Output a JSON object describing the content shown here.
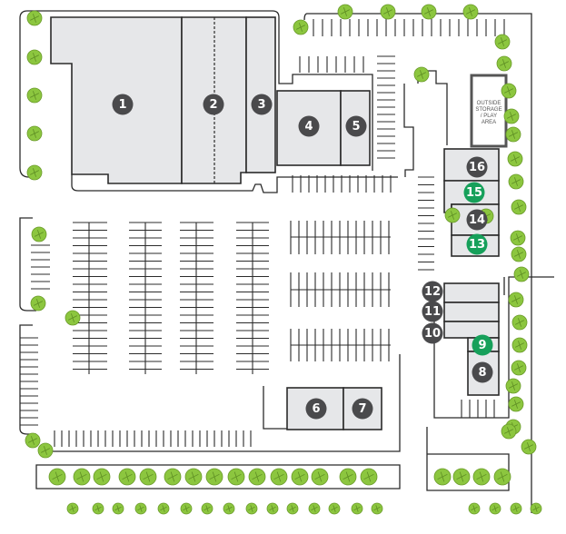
{
  "colors": {
    "leased": "#4a4a4c",
    "available": "#16a05a",
    "tree": "#8cc63f",
    "building": "#e6e7e9"
  },
  "storage_label": [
    "OUTSIDE",
    "STORAGE",
    "/ PLAY",
    "AREA"
  ],
  "units": [
    {
      "id": "1",
      "status": "leased"
    },
    {
      "id": "2",
      "status": "leased"
    },
    {
      "id": "3",
      "status": "leased"
    },
    {
      "id": "4",
      "status": "leased"
    },
    {
      "id": "5",
      "status": "leased"
    },
    {
      "id": "6",
      "status": "leased"
    },
    {
      "id": "7",
      "status": "leased"
    },
    {
      "id": "8",
      "status": "leased"
    },
    {
      "id": "9",
      "status": "available"
    },
    {
      "id": "10",
      "status": "leased"
    },
    {
      "id": "11",
      "status": "leased"
    },
    {
      "id": "12",
      "status": "leased"
    },
    {
      "id": "13",
      "status": "available"
    },
    {
      "id": "14",
      "status": "leased"
    },
    {
      "id": "15",
      "status": "available"
    },
    {
      "id": "16",
      "status": "leased"
    }
  ]
}
